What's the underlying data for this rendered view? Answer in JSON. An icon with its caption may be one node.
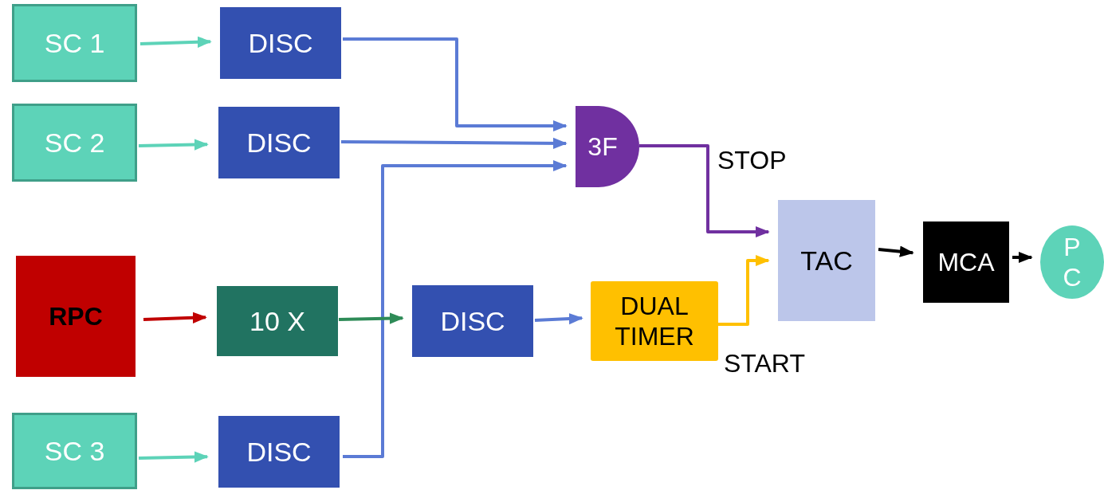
{
  "diagram": {
    "nodes": [
      {
        "text": [
          "SC 1"
        ]
      },
      {
        "text": [
          "DISC"
        ]
      },
      {
        "text": [
          "SC 2"
        ]
      },
      {
        "text": [
          "DISC"
        ]
      },
      {
        "text": [
          "3F"
        ]
      },
      {
        "text": [
          "RPC"
        ]
      },
      {
        "text": [
          "10 X"
        ]
      },
      {
        "text": [
          "DISC"
        ]
      },
      {
        "text": [
          "DUAL TIMER"
        ]
      },
      {
        "text": [
          "TAC"
        ]
      },
      {
        "text": [
          "MCA"
        ]
      },
      {
        "text": [
          "P C"
        ]
      },
      {
        "text": [
          "SC 3"
        ]
      },
      {
        "text": [
          "DISC"
        ]
      }
    ],
    "edges": [
      {
        "from": 0,
        "to": 1,
        "arrow": "to",
        "color": "#5dd3b8"
      },
      {
        "from": 2,
        "to": 3,
        "arrow": "to",
        "color": "#5dd3b8"
      },
      {
        "from": 12,
        "to": 13,
        "arrow": "to",
        "color": "#5dd3b8"
      },
      {
        "from": 1,
        "to": 4,
        "arrow": "to"
      },
      {
        "from": 3,
        "to": 4,
        "arrow": "to"
      },
      {
        "from": 13,
        "to": 4,
        "arrow": "to"
      },
      {
        "from": 5,
        "to": 6,
        "arrow": "to",
        "color": "#c00000"
      },
      {
        "from": 6,
        "to": 7,
        "arrow": "to",
        "color": "#2e8b57"
      },
      {
        "from": 7,
        "to": 8,
        "arrow": "to"
      },
      {
        "from": 4,
        "to": 9,
        "arrow": "to",
        "label": "STOP",
        "color": "#7030a0"
      },
      {
        "from": 8,
        "to": 9,
        "arrow": "to",
        "label": "START",
        "color": "#ffc000"
      },
      {
        "from": 9,
        "to": 10,
        "arrow": "to",
        "color": "#000000"
      },
      {
        "from": 10,
        "to": 11,
        "arrow": "to",
        "color": "#000000"
      }
    ]
  }
}
